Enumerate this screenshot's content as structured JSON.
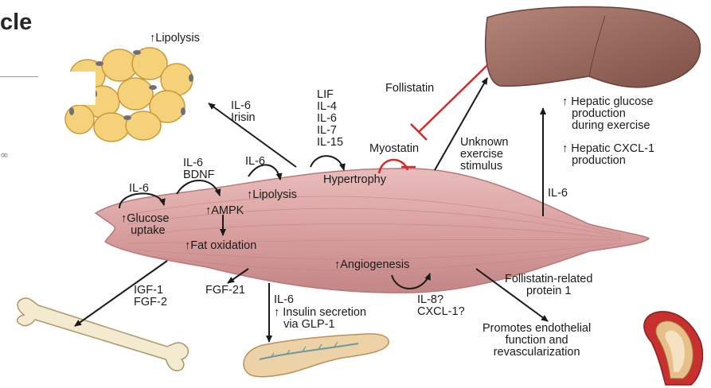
{
  "slide_title": "cle",
  "stray_mark": "∞",
  "labels": {
    "lipolysis_fat": "↑Lipolysis",
    "il6_irisin": "IL-6\nIrisin",
    "myokines_list": "LIF\nIL-4\nIL-6\nIL-7\nIL-15",
    "follistatin": "Follistatin",
    "myostatin": "Myostatin",
    "unknown_stimulus": "Unknown\nexercise\nstimulus",
    "hepatic_glucose": "↑ Hepatic glucose\n   production\n   during exercise",
    "hepatic_cxcl1": "↑ Hepatic CXCL-1\n   production",
    "il6_liver": "IL-6",
    "il6_glucose": "IL-6",
    "il6_bdnf": "IL-6\nBDNF",
    "il6_lipolysis": "IL-6",
    "lipolysis_muscle": "↑Lipolysis",
    "hypertrophy": "Hypertrophy",
    "glucose_uptake": "↑Glucose\n   uptake",
    "ampk": "↑AMPK",
    "fat_oxidation": "↑Fat oxidation",
    "angiogenesis": "↑Angiogenesis",
    "igf_fgf": "IGF-1\nFGF-2",
    "fgf21": "FGF-21",
    "il6_insulin": "IL-6",
    "insulin_secretion": "↑ Insulin secretion\n   via GLP-1",
    "il8_cxcl1": "IL-8?\nCXCL-1?",
    "follistatin_related": "Follistatin-related\nprotein 1",
    "endothelial": "Promotes endothelial\nfunction and\nrevascularization"
  },
  "colors": {
    "muscle": "#d9a0a0",
    "muscle_stroke": "#b87878",
    "fat": "#f5d27a",
    "fat_stroke": "#c89a3a",
    "liver": "#9a6a5e",
    "bone": "#f3ead0",
    "pancreas": "#ecd2a6",
    "vessel": "#c83030",
    "inhibitor": "#d42a2a",
    "arrow": "#1a1a1a"
  }
}
